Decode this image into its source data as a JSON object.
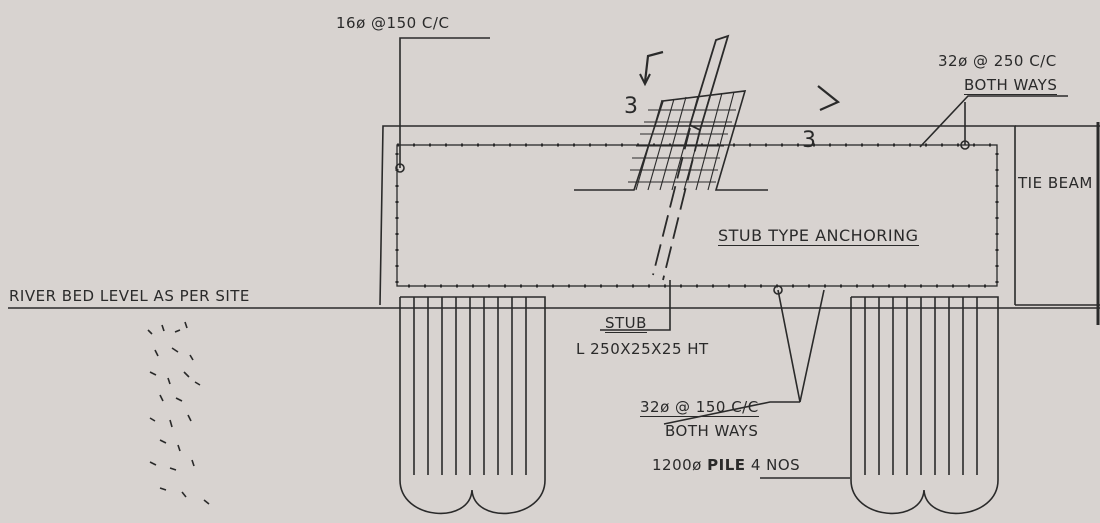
{
  "labels": {
    "top_bar": "16ø @150 C/C",
    "top_right_line1": "32ø @ 250 C/C",
    "top_right_line2": "BOTH WAYS",
    "tie_beam": "TIE BEAM",
    "section_left": "3",
    "section_right": "3",
    "title": "STUB TYPE ANCHORING",
    "river_bed": "RIVER BED LEVEL AS PER SITE",
    "stub": "STUB",
    "stub_size": "L 250X25X25 HT",
    "bottom_bar_line1": "32ø @ 150 C/C",
    "bottom_bar_line2": "BOTH WAYS",
    "pile_size": "1200ø",
    "pile_word": "PILE",
    "pile_count": "4 NOS"
  },
  "colors": {
    "paper": "#d8d3d0",
    "ink": "#2a2a2a"
  }
}
